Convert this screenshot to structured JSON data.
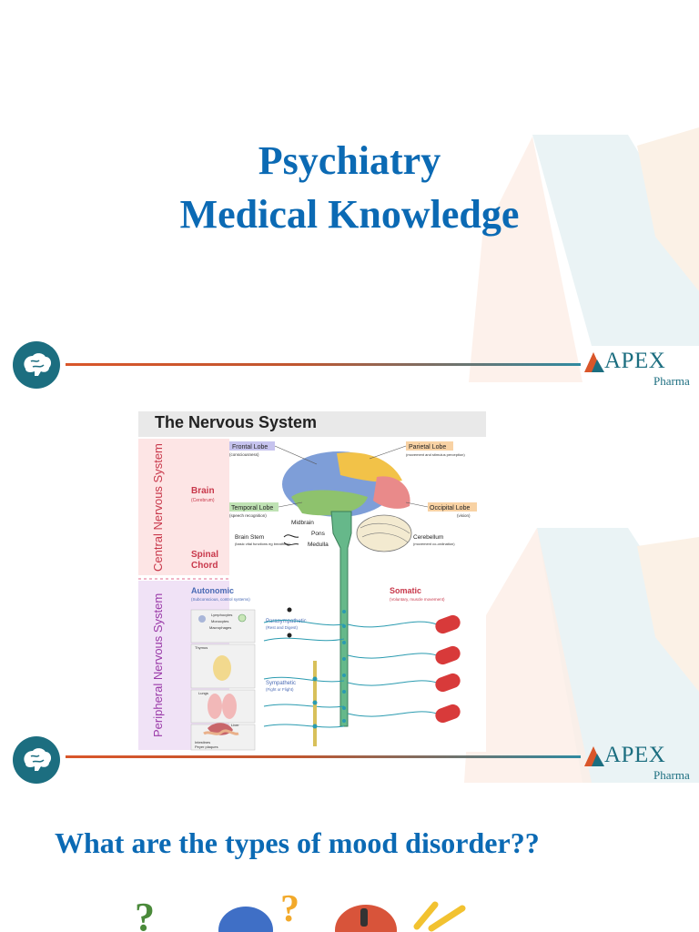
{
  "slide": {
    "title_line1": "Psychiatry",
    "title_line2": "Medical Knowledge",
    "question": "What are the types of mood disorder??"
  },
  "brand": {
    "name": "APEX",
    "subtitle": "Pharma",
    "colors": {
      "primary_blue": "#0b6ab4",
      "teal": "#1c6e80",
      "orange": "#d9562a"
    }
  },
  "figure": {
    "title": "The Nervous System",
    "cns_label": "Central Nervous System",
    "pns_label": "Peripheral Nervous System",
    "brain": "Brain",
    "brain_sub": "(Cerebrum)",
    "spinal": "Spinal",
    "chord": "Chord",
    "frontal": "Frontal Lobe",
    "frontal_sub": "(consciousness)",
    "parietal": "Parietal Lobe",
    "parietal_sub": "(movement and stimulus perception)",
    "temporal": "Temporal Lobe",
    "temporal_sub": "(speech recognition)",
    "occipital": "Occipital Lobe",
    "occipital_sub": "(vision)",
    "midbrain": "Midbrain",
    "pons": "Pons",
    "medulla": "Medulla",
    "brainstem": "Brain Stem",
    "brainstem_sub": "(basic vital functions eg breathing)",
    "cerebellum": "Cerebellum",
    "cerebellum_sub": "(movement co-ordination)",
    "autonomic": "Autonomic",
    "autonomic_sub": "(Subconscious, control systems)",
    "somatic": "Somatic",
    "somatic_sub": "(Voluntary, muscle movement)",
    "parasympathetic": "Parasympathetic",
    "parasympathetic_sub": "(Rest and Digest)",
    "sympathetic": "Sympathetic",
    "sympathetic_sub": "(Fight or Flight)",
    "lymphocytes": "Lymphocytes",
    "monocytes": "Monocytes",
    "macrophages": "Macrophages",
    "thymus": "Thymus",
    "lungs": "Lungs",
    "liver": "Liver",
    "intestines": "Intestines",
    "peyer": "Peyer plaques"
  }
}
